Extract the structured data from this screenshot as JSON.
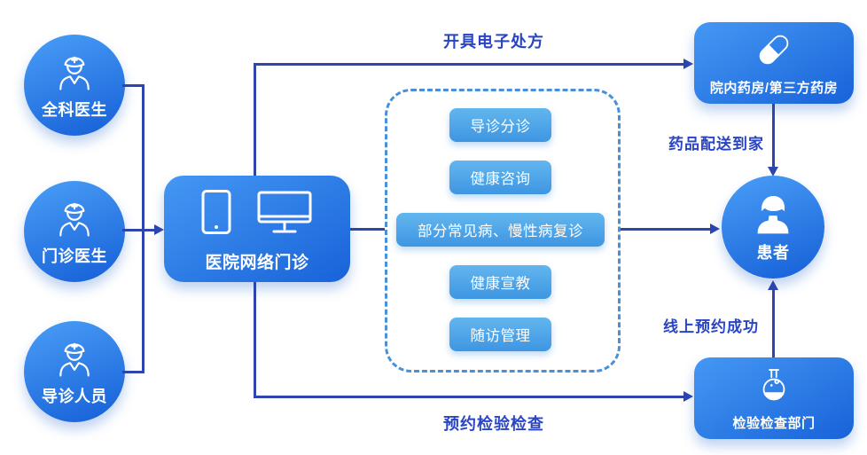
{
  "colors": {
    "node_start": "#4598F4",
    "node_end": "#1A65DA",
    "button_start": "#62B6EE",
    "button_end": "#3E96E2",
    "line": "#2C45AF",
    "label": "#2945C5",
    "dash": "#4A90D9",
    "bg": "#FFFFFF"
  },
  "actors": [
    {
      "label": "全科医生",
      "icon": "doctor-icon"
    },
    {
      "label": "门诊医生",
      "icon": "doctor-icon"
    },
    {
      "label": "导诊人员",
      "icon": "doctor-icon"
    }
  ],
  "hub": {
    "label": "医院网络门诊",
    "icons": [
      "smartphone-icon",
      "monitor-icon"
    ]
  },
  "services": [
    {
      "label": "导诊分诊"
    },
    {
      "label": "健康咨询"
    },
    {
      "label": "部分常见病、慢性病复诊"
    },
    {
      "label": "健康宣教"
    },
    {
      "label": "随访管理"
    }
  ],
  "pharmacy": {
    "label": "院内药房/第三方药房",
    "icon": "capsule-icon"
  },
  "patient": {
    "label": "患者",
    "icon": "patient-icon"
  },
  "lab": {
    "label": "检验检查部门",
    "icon": "flask-icon"
  },
  "edges": {
    "prescription": "开具电子处方",
    "delivery": "药品配送到家",
    "booking_success": "线上预约成功",
    "booking": "预约检验检查"
  }
}
